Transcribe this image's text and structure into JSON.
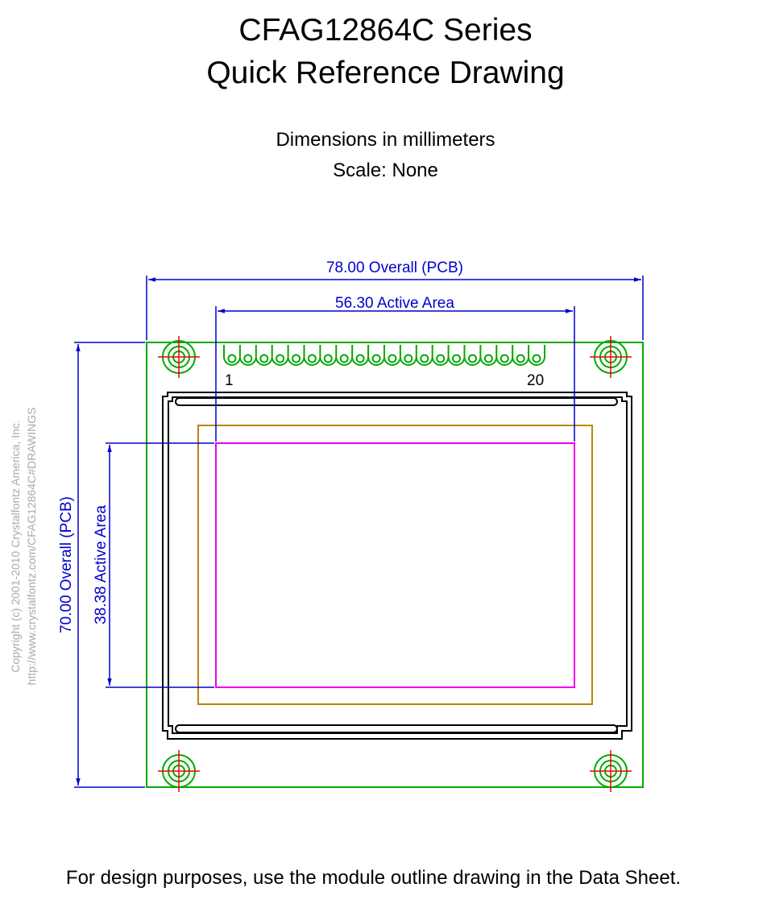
{
  "header": {
    "title_line1": "CFAG12864C Series",
    "title_line2": "Quick Reference Drawing",
    "units_note": "Dimensions in millimeters",
    "scale_note": "Scale: None"
  },
  "dimensions": {
    "overall_width": "78.00 Overall (PCB)",
    "active_width": "56.30 Active Area",
    "overall_height": "70.00 Overall (PCB)",
    "active_height": "38.38 Active Area"
  },
  "pins": {
    "first_label": "1",
    "last_label": "20",
    "count": 20
  },
  "copyright": {
    "line1": "Copyright (c) 2001-2010 Crystalfontz America, Inc.",
    "line2": "http://www.crystalfontz.com/CFAG12864C#DRAWINGS"
  },
  "footer": {
    "note": "For design purposes, use the module outline drawing in the Data Sheet."
  },
  "colors": {
    "pcb": "#00aa00",
    "dimension": "#0000cc",
    "viewing_area": "#b8860b",
    "active_area": "#ee00ee",
    "crosshair": "#ee0000",
    "outline": "#000000",
    "copyright": "#aaaaaa"
  }
}
